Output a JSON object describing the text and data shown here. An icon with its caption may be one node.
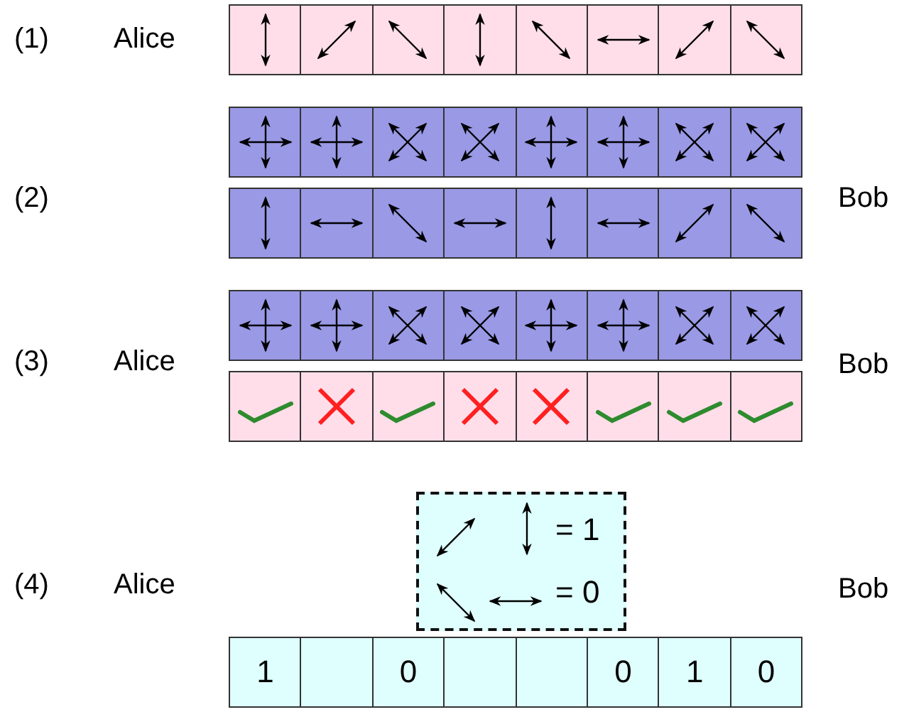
{
  "diagram": {
    "nodes": [
      {
        "text": [],
        "shape": "box"
      },
      {
        "text": [],
        "shape": "box"
      },
      {
        "text": [],
        "shape": "box"
      },
      {
        "text": [],
        "shape": "box"
      },
      {
        "text": [],
        "shape": "box"
      },
      {
        "text": [],
        "shape": "box"
      },
      {
        "text": [],
        "shape": "box"
      },
      {
        "text": [],
        "shape": "box"
      },
      {
        "text": [],
        "shape": "box"
      },
      {
        "text": [],
        "shape": "box"
      },
      {
        "text": [],
        "shape": "box"
      },
      {
        "text": [],
        "shape": "box"
      },
      {
        "text": [],
        "shape": "box"
      },
      {
        "text": [],
        "shape": "box"
      },
      {
        "text": [],
        "shape": "box"
      },
      {
        "text": [],
        "shape": "box"
      },
      {
        "text": [],
        "shape": "box"
      },
      {
        "text": [],
        "shape": "box"
      },
      {
        "text": [],
        "shape": "box"
      },
      {
        "text": [],
        "shape": "box"
      },
      {
        "text": [],
        "shape": "box"
      },
      {
        "text": [],
        "shape": "box"
      },
      {
        "text": [],
        "shape": "box"
      },
      {
        "text": [],
        "shape": "box"
      },
      {
        "text": [],
        "shape": "box"
      },
      {
        "text": [],
        "shape": "box"
      },
      {
        "text": [],
        "shape": "box"
      },
      {
        "text": [],
        "shape": "box"
      },
      {
        "text": [],
        "shape": "box"
      },
      {
        "text": [],
        "shape": "box"
      },
      {
        "text": [],
        "shape": "box"
      },
      {
        "text": [],
        "shape": "box"
      },
      {
        "text": [],
        "shape": "box"
      },
      {
        "text": [],
        "shape": "box"
      },
      {
        "text": [],
        "shape": "box"
      },
      {
        "text": [],
        "shape": "box"
      },
      {
        "text": [],
        "shape": "box"
      },
      {
        "text": [],
        "shape": "box"
      },
      {
        "text": [],
        "shape": "box"
      },
      {
        "text": [],
        "shape": "box"
      },
      {
        "text": [
          "= 1",
          "= 0"
        ]
      },
      {
        "text": [
          "1"
        ]
      },
      {
        "text": [],
        "shape": "box"
      },
      {
        "text": [
          "0"
        ]
      },
      {
        "text": [],
        "shape": "box"
      },
      {
        "text": [],
        "shape": "box"
      },
      {
        "text": [
          "0"
        ]
      },
      {
        "text": [
          "1"
        ]
      },
      {
        "text": [
          "0"
        ]
      }
    ],
    "labels": [
      "(1)",
      "Alice",
      "(2)",
      "Bob",
      "(3)",
      "Alice",
      "Bob",
      "(4)",
      "Alice",
      "Bob"
    ]
  }
}
